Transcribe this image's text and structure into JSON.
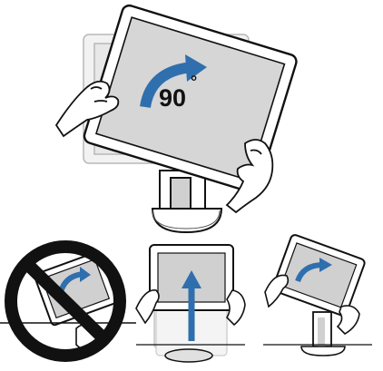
{
  "figure": {
    "rotation_label": "90",
    "degree_symbol": "°",
    "colors": {
      "line": "#111111",
      "screen": "#d6d6d6",
      "ghost": "#c8c8c8",
      "arrow": "#2f6fad",
      "prohibit": "#111111"
    },
    "panels": [
      {
        "name": "rotate-90-main",
        "icon": "monitor-rotate-icon"
      },
      {
        "name": "prohibited-low-rotation",
        "icon": "prohibited-icon"
      },
      {
        "name": "raise-height-step",
        "icon": "up-arrow-icon"
      },
      {
        "name": "rotate-after-raise-step",
        "icon": "rotate-arrow-icon"
      }
    ]
  }
}
